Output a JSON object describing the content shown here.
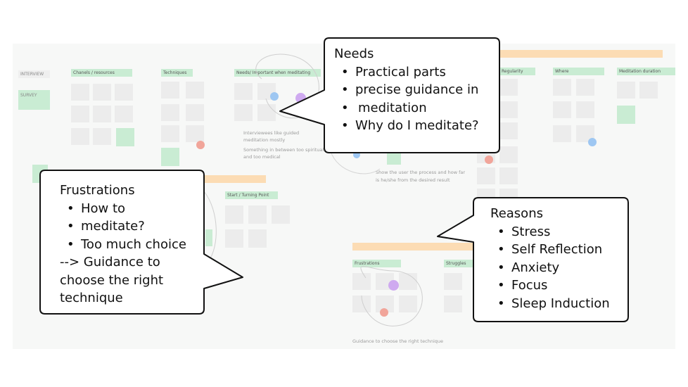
{
  "board": {
    "tags": [
      "INTERVIEW",
      "SURVEY"
    ],
    "headers": {
      "channels": "Chanels / resources",
      "techniques": "Techniques",
      "needs_important": "Needs/ Important when meditating",
      "regularity": "Regularity",
      "where": "Where",
      "duration": "Meditation duration",
      "start": "Start / Turning Point",
      "frustrations": "Frustrations",
      "struggles": "Struggles"
    },
    "notes_text": {
      "interviewees": [
        "Interviewees like guided",
        "meditation mostly"
      ],
      "between": [
        "Something in between too spiritual",
        "and too medical"
      ],
      "show_user": [
        "Show the user the process and how far",
        "is he/she from the desired result"
      ],
      "guidance": "Guidance to choose the right technique"
    }
  },
  "callouts": {
    "needs": {
      "title": "Needs",
      "items": [
        "Practical parts",
        "precise guidance in",
        "Why do I meditate?"
      ],
      "continuation": "meditation"
    },
    "frustrations": {
      "title": "Frustrations",
      "items": [
        "How to",
        "Too much choice"
      ],
      "continuation": "meditate?",
      "extra": [
        "--> Guidance to",
        "choose the right",
        "technique"
      ]
    },
    "reasons": {
      "title": "Reasons",
      "items": [
        "Stress",
        "Self Reflection",
        "Anxiety",
        "Focus",
        "Sleep Induction"
      ]
    }
  }
}
